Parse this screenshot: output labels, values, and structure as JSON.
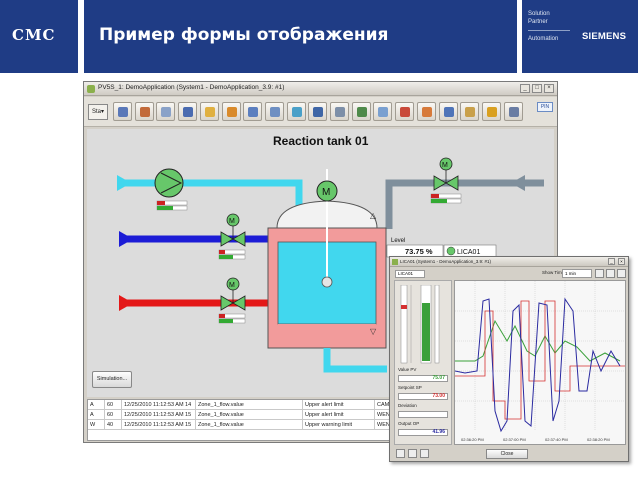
{
  "slide": {
    "logo_text": "CMC",
    "title": "Пример формы отображения",
    "partner_lines": [
      "Solution",
      "Partner"
    ],
    "partner_sub": "Automation",
    "brand": "SIEMENS"
  },
  "window": {
    "title": "PV5S_1: DemoApplication (System1 - DemoApplication_3.9: #1)",
    "controls": [
      "_",
      "□",
      "×"
    ],
    "start_label": "Sta▾",
    "toolbar_right_label": "PIN",
    "toolbar_icon_colors": [
      "#5a78b8",
      "#c26a3a",
      "#8aa2c8",
      "#4a6bb0",
      "#e0b040",
      "#d98a2a",
      "#5c7fbf",
      "#6e8fc2",
      "#4aa0c8",
      "#3f66a6",
      "#7d8fa8",
      "#4f8a4a",
      "#7aa0d0",
      "#c94a3a",
      "#d77a3a",
      "#4f74b8",
      "#c9a04a",
      "#d9a020",
      "#6a7da3"
    ]
  },
  "process": {
    "title": "Reaction tank 01",
    "level_label": "Level",
    "level_value": "73.75 %",
    "level_tag": "LICA01",
    "colors": {
      "water": "#41d7ee",
      "blue_line": "#1c1cd6",
      "red_line": "#e41818",
      "grey_line": "#7f8f9c",
      "tank_shell": "#f29b9b",
      "tank_liquid": "#41d7ee",
      "pump": "#67c76a"
    },
    "simulation_label": "Simulation..."
  },
  "alarms": [
    {
      "type": "A",
      "prio": "60",
      "time": "12/25/2010 11:12:53 AM 14",
      "tag": "Zone_1_flow.value",
      "text": "Upper alert limit",
      "area": "CAME"
    },
    {
      "type": "A",
      "prio": "60",
      "time": "12/25/2010 11:12:53 AM 15",
      "tag": "Zone_1_flow.value",
      "text": "Upper alert limit",
      "area": "WENT"
    },
    {
      "type": "W",
      "prio": "40",
      "time": "12/25/2010 11:12:53 AM 15",
      "tag": "Zone_1_flow.value",
      "text": "Upper warning limit",
      "area": "WENT"
    }
  ],
  "trend_window": {
    "title": "LICA01 (System1 - DemoApplication_3.9: #1)",
    "tag": "LICA01",
    "range_label": "Show Timerange",
    "range_value": "1 min",
    "side_labels": {
      "pv": "Value PV",
      "pv_value": "75.07",
      "sp": "Setpoint SP",
      "sp_value": "73.00",
      "dev": "Deviation",
      "op": "Output OP",
      "op_value": "41.96"
    },
    "close_label": "Close",
    "time_labels": [
      "02:36:20 PM",
      "02:37:00 PM",
      "02:37:40 PM",
      "02:38:20 PM"
    ],
    "series": [
      {
        "name": "PV",
        "color": "#2a2aa0"
      },
      {
        "name": "SP",
        "color": "#d43030"
      },
      {
        "name": "OP",
        "color": "#3aa03a"
      }
    ]
  }
}
